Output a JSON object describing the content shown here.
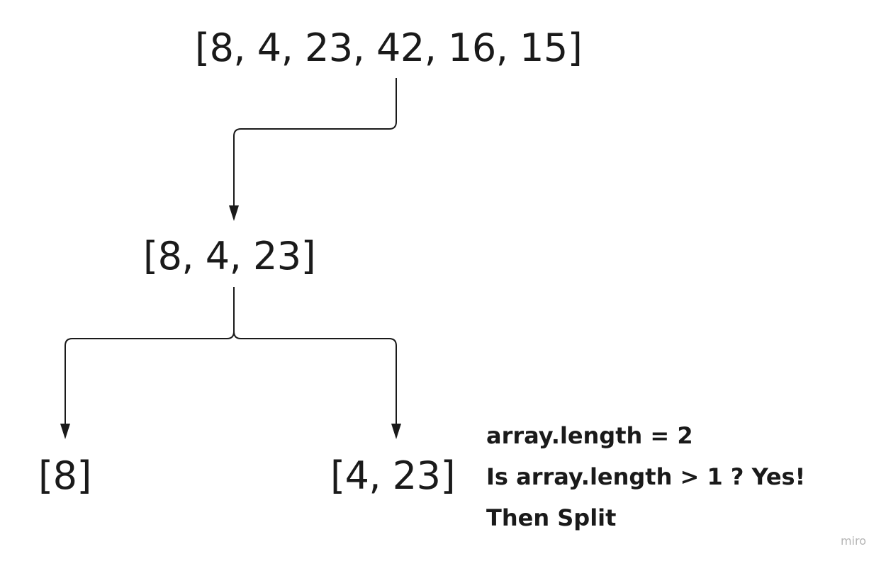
{
  "diagram": {
    "root": "[8, 4, 23, 42, 16, 15]",
    "left_half": "[8, 4, 23]",
    "leaf_left": "[8]",
    "leaf_right": "[4, 23]"
  },
  "note": {
    "line1": "array.length = 2",
    "line2": "Is array.length > 1 ? Yes!",
    "line3": "Then Split"
  },
  "watermark": "miro"
}
